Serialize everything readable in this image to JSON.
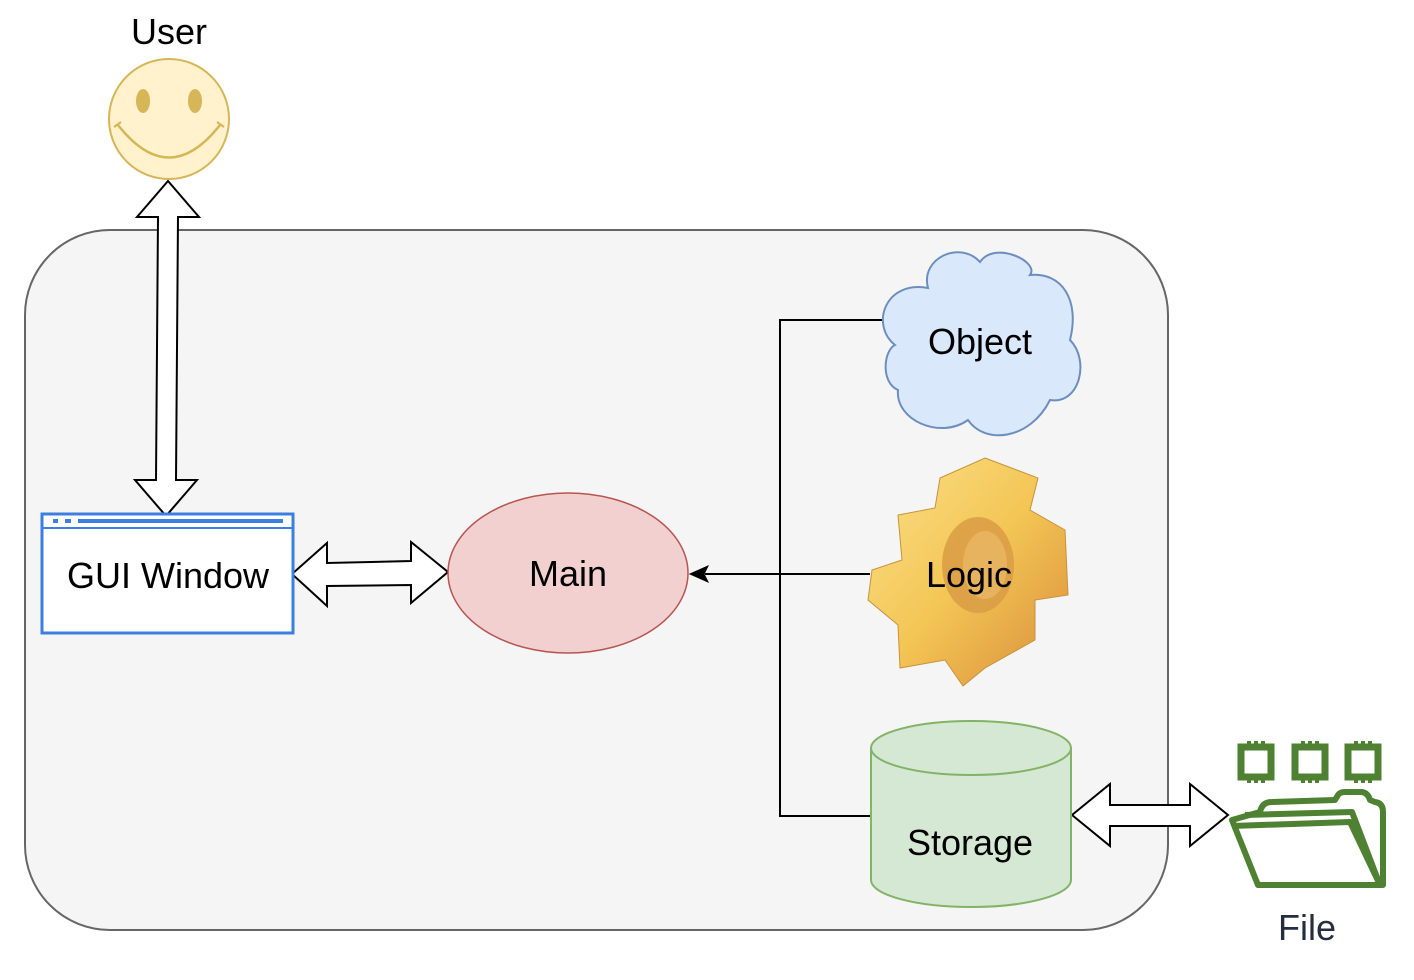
{
  "diagram": {
    "container": {
      "fill": "#f5f5f5",
      "stroke": "#666666"
    },
    "nodes": {
      "user": {
        "label": "User",
        "fill": "#fff2cc",
        "stroke": "#d6b656"
      },
      "gui_window": {
        "label": "GUI Window",
        "stroke": "#3c7fe0",
        "fill": "#ffffff"
      },
      "main": {
        "label": "Main",
        "fill": "#f2d0cf",
        "stroke": "#b85450"
      },
      "object": {
        "label": "Object",
        "fill": "#dae8fc",
        "stroke": "#6c8ebf"
      },
      "logic": {
        "label": "Logic",
        "fill": "#f3c655"
      },
      "storage": {
        "label": "Storage",
        "fill": "#d5e8d4",
        "stroke": "#82b366"
      },
      "file": {
        "label": "File",
        "color": "#4f8132",
        "label_color": "#232f3e"
      }
    },
    "edges": [
      {
        "from": "user",
        "to": "gui_window",
        "type": "double-arrow"
      },
      {
        "from": "gui_window",
        "to": "main",
        "type": "double-arrow"
      },
      {
        "from": "object",
        "to": "main",
        "type": "arrow"
      },
      {
        "from": "logic",
        "to": "main",
        "type": "arrow"
      },
      {
        "from": "storage",
        "to": "main",
        "type": "arrow"
      },
      {
        "from": "storage",
        "to": "file",
        "type": "double-arrow"
      }
    ]
  }
}
